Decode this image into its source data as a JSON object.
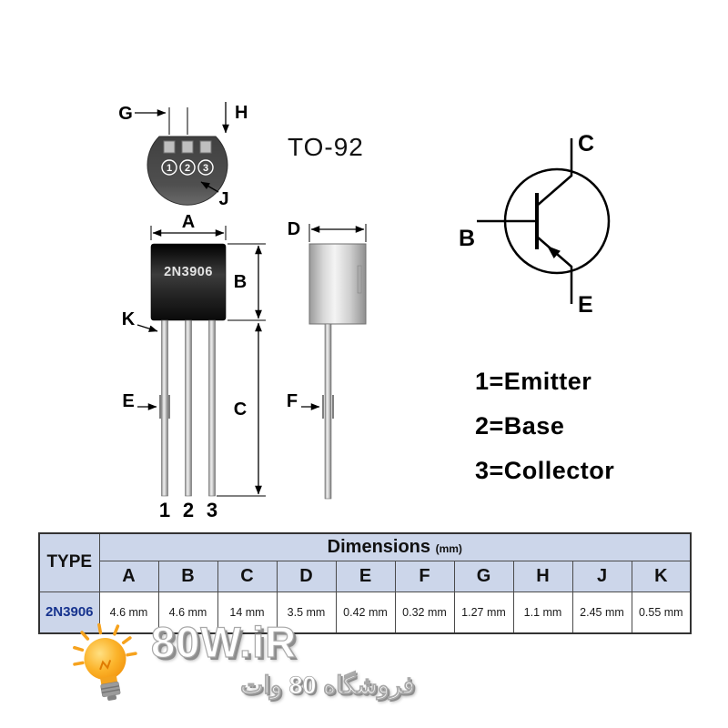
{
  "package": {
    "name": "TO-92",
    "part_number": "2N3906",
    "pin_numbers": [
      "1",
      "2",
      "3"
    ],
    "dims": {
      "A": "A",
      "B": "B",
      "C": "C",
      "D": "D",
      "E": "E",
      "F": "F",
      "G": "G",
      "H": "H",
      "J": "J",
      "K": "K"
    }
  },
  "symbol": {
    "collector": "C",
    "base": "B",
    "emitter": "E"
  },
  "legend": [
    "1=Emitter",
    "2=Base",
    "3=Collector"
  ],
  "table": {
    "type_header": "TYPE",
    "dims_header": "Dimensions",
    "dims_unit": "(mm)",
    "columns": [
      "A",
      "B",
      "C",
      "D",
      "E",
      "F",
      "G",
      "H",
      "J",
      "K"
    ],
    "row": {
      "type": "2N3906",
      "values": [
        "4.6 mm",
        "4.6 mm",
        "14 mm",
        "3.5 mm",
        "0.42 mm",
        "0.32 mm",
        "1.27 mm",
        "1.1 mm",
        "2.45 mm",
        "0.55 mm"
      ]
    }
  },
  "watermark": {
    "site": "80W.iR",
    "store": "فروشگاه 80 وات"
  },
  "colors": {
    "header_bg": "#ccd6ea",
    "part_color": "#16338e",
    "accent_orange": "#f6a21d"
  }
}
